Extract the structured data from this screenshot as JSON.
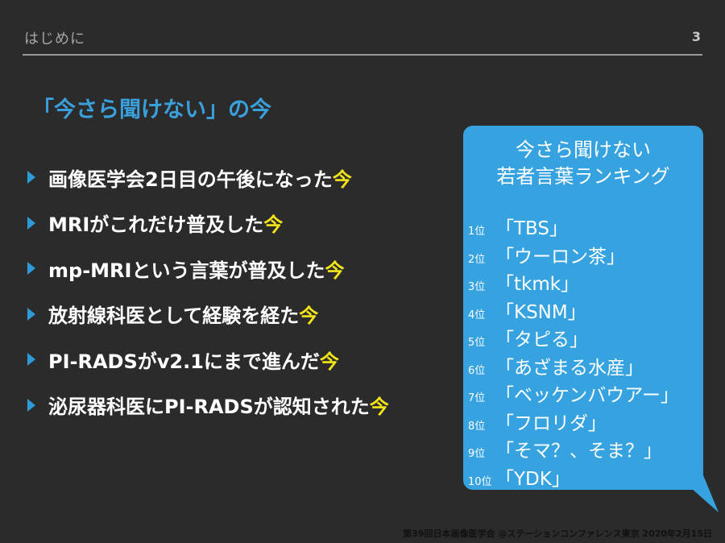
{
  "header": {
    "title": "はじめに",
    "page_number": "3"
  },
  "heading": "「今さら聞けない」の今",
  "bullets": [
    {
      "text": "画像医学会2日目の午後になった",
      "highlight": "今"
    },
    {
      "text": "MRIがこれだけ普及した",
      "highlight": "今"
    },
    {
      "text": "mp-MRIという言葉が普及した",
      "highlight": "今"
    },
    {
      "text": "放射線科医として経験を経た",
      "highlight": "今"
    },
    {
      "text": "PI-RADSがv2.1にまで進んだ",
      "highlight": "今"
    },
    {
      "text": "泌尿器科医にPI-RADSが認知された",
      "highlight": "今"
    }
  ],
  "ranking": {
    "title_line1": "今さら聞けない",
    "title_line2": "若者言葉ランキング",
    "items": [
      {
        "rank": "1位",
        "word": "「TBS」"
      },
      {
        "rank": "2位",
        "word": "「ウーロン茶」"
      },
      {
        "rank": "3位",
        "word": "「tkmk」"
      },
      {
        "rank": "4位",
        "word": "「KSNM」"
      },
      {
        "rank": "5位",
        "word": "「タピる」"
      },
      {
        "rank": "6位",
        "word": "「あざまる水産」"
      },
      {
        "rank": "7位",
        "word": "「ベッケンバウアー」"
      },
      {
        "rank": "8位",
        "word": "「フロリダ」"
      },
      {
        "rank": "9位",
        "word": "「そマ？、そま？」"
      },
      {
        "rank": "10位",
        "word": "「YDK」"
      }
    ]
  },
  "footer": "第39回日本画像医学会 @ステーションコンファレンス東京  2020年2月15日",
  "colors": {
    "background": "#2b2b2b",
    "accent_blue": "#36a3e0",
    "highlight_yellow": "#f4e51a"
  }
}
